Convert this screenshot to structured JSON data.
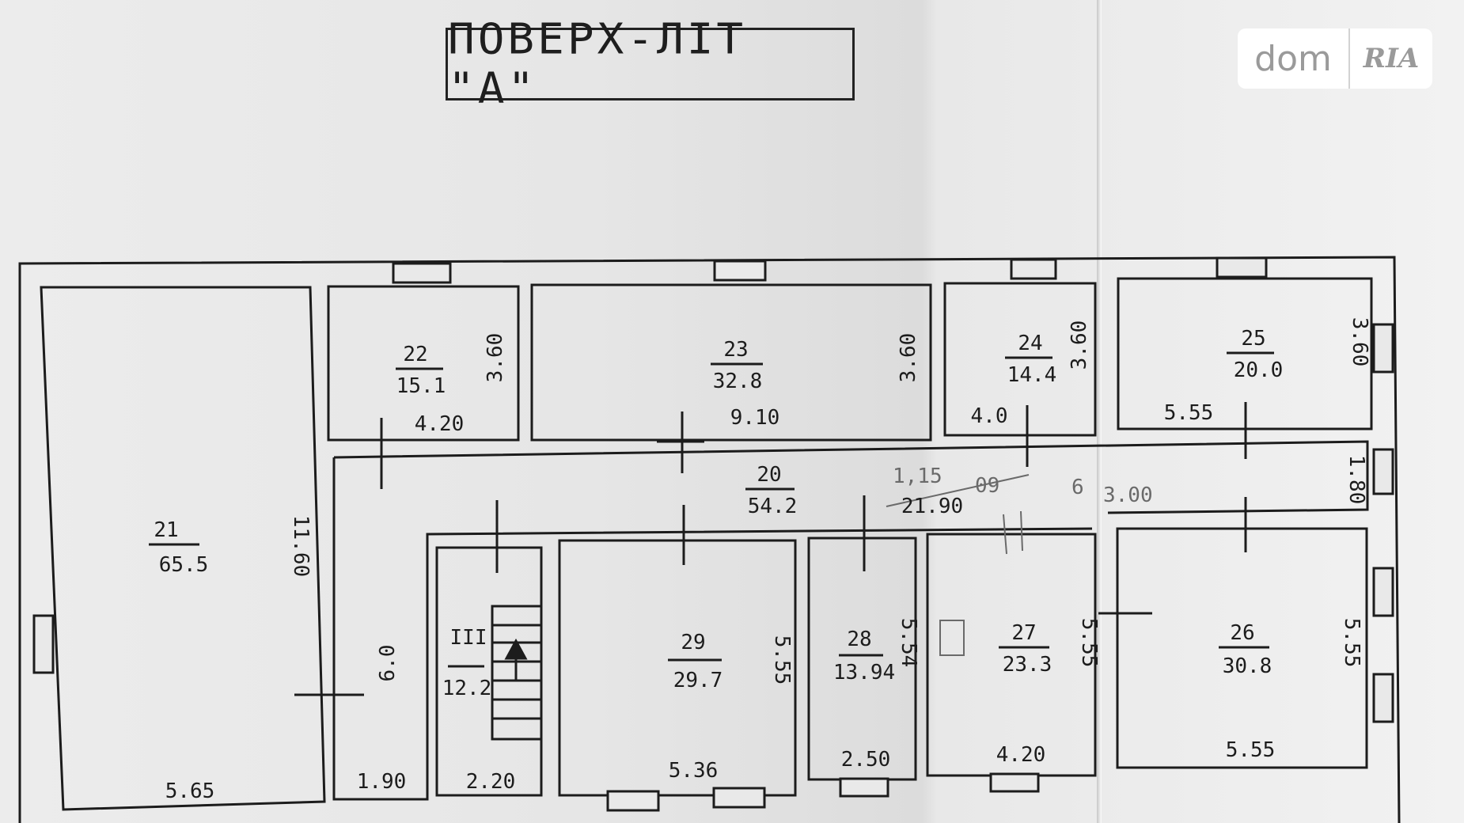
{
  "title": "ПОВЕРХ-ЛІТ \"А\"",
  "watermark": {
    "brand": "dom",
    "sub": "RIA"
  },
  "colors": {
    "ink": "#1c1c1c",
    "paper": "#e9e9e9",
    "pencil": "#6a6a6a"
  },
  "rooms": [
    {
      "id": "21",
      "area": "65.5",
      "width": "5.65",
      "depth": "11.60"
    },
    {
      "id": "22",
      "area": "15.1",
      "width": "4.20",
      "depth": "3.60"
    },
    {
      "id": "23",
      "area": "32.8",
      "width": "9.10",
      "depth": "3.60"
    },
    {
      "id": "24",
      "area": "14.4",
      "width": "4.0",
      "depth": "3.60"
    },
    {
      "id": "25",
      "area": "20.0",
      "width": "5.55",
      "depth": "3.60"
    },
    {
      "id": "20",
      "area": "54.2",
      "width": "21.90",
      "depth": "1.80"
    },
    {
      "id": "III",
      "area": "12.2",
      "width": "2.20",
      "depth": ""
    },
    {
      "id": "29",
      "area": "29.7",
      "width": "5.36",
      "depth": "5.55"
    },
    {
      "id": "28",
      "area": "13.94",
      "width": "2.50",
      "depth": "5.54"
    },
    {
      "id": "27",
      "area": "23.3",
      "width": "4.20",
      "depth": "5.55"
    },
    {
      "id": "26",
      "area": "30.8",
      "width": "5.55",
      "depth": "5.55"
    }
  ],
  "extra_dims": {
    "corridor_depth": "6.0",
    "corridor_width": "1.90",
    "pencil_a": "1,15",
    "pencil_b": "09",
    "pencil_c": "6",
    "pencil_d": "3.00"
  }
}
